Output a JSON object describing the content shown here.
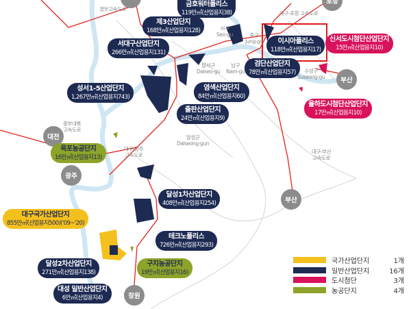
{
  "highlight_color": "#e01818",
  "colors": {
    "national": "#f4c01e",
    "general": "#1d2a52",
    "urban_hightech": "#d8125b",
    "agri": "#8ea329",
    "river": "#cfe6f3",
    "rail": "#e2231a"
  },
  "complexes": [
    {
      "name": "금호워터폴리스",
      "area": "119만㎡(산업용지38)",
      "type": "general"
    },
    {
      "name": "제3산업단지",
      "area": "168만㎡(산업용지128)",
      "type": "general"
    },
    {
      "name": "서대구산업단지",
      "area": "266만㎡(산업용지131)",
      "type": "general"
    },
    {
      "name": "성서1-5산업단지",
      "area": "1,267만㎡(산업용지743)",
      "type": "general"
    },
    {
      "name": "이시아폴리스",
      "area": "118만㎡(산업용지17)",
      "type": "general",
      "highlighted": true
    },
    {
      "name": "신서도시첨단산업단지",
      "area": "15만㎡(산업용지10)",
      "type": "urban_hightech"
    },
    {
      "name": "검단산업단지",
      "area": "78만㎡(산업용지57)",
      "type": "general"
    },
    {
      "name": "염색산업단지",
      "area": "84만㎡(산업용지60)",
      "type": "general"
    },
    {
      "name": "출판산업단지",
      "area": "24만㎡(산업용지9)",
      "type": "general"
    },
    {
      "name": "율하도시첨단산업단지",
      "area": "17만㎡(산업용지10)",
      "type": "urban_hightech"
    },
    {
      "name": "옥포농공단지",
      "area": "16만㎡(산업용지13)",
      "type": "agri"
    },
    {
      "name": "달성1차산업단지",
      "area": "408만㎡(산업용지254)",
      "type": "general"
    },
    {
      "name": "대구국가산업단지",
      "area": "855만㎡(산업용지500)('09~'20)",
      "type": "national"
    },
    {
      "name": "테크노폴리스",
      "area": "726만㎡(산업용지293)",
      "type": "general"
    },
    {
      "name": "달성2차산업단지",
      "area": "271만㎡(산업용지138)",
      "type": "general"
    },
    {
      "name": "구지농공단지",
      "area": "19만㎡(산업용지16)",
      "type": "agri"
    },
    {
      "name": "대성 일반산업단지",
      "area": "6만㎡(산업용지4)",
      "type": "general"
    }
  ],
  "cities": [
    "포항",
    "부산",
    "부산",
    "대전",
    "광주",
    "창원"
  ],
  "map_labels": [
    "경부고속도로",
    "대구-포항 고속도로",
    "서구",
    "Seo-gu",
    "중구",
    "Jung-gu",
    "달서구",
    "Dalseo-gu",
    "남구",
    "Nam-gu",
    "수성구",
    "Suseong-gu",
    "중부내륙",
    "고속도로",
    "달성군",
    "Dalseong-gun",
    "대구-광주",
    "고속도로",
    "대구-부산",
    "고속도로"
  ],
  "legend": [
    {
      "label": "국가산업단지",
      "count": "1개",
      "color": "#f4c01e"
    },
    {
      "label": "일반산업단지",
      "count": "16개",
      "color": "#1d2a52"
    },
    {
      "label": "도시첨단",
      "count": "3개",
      "color": "#d8125b"
    },
    {
      "label": "농공단지",
      "count": "4개",
      "color": "#8ea329"
    }
  ]
}
